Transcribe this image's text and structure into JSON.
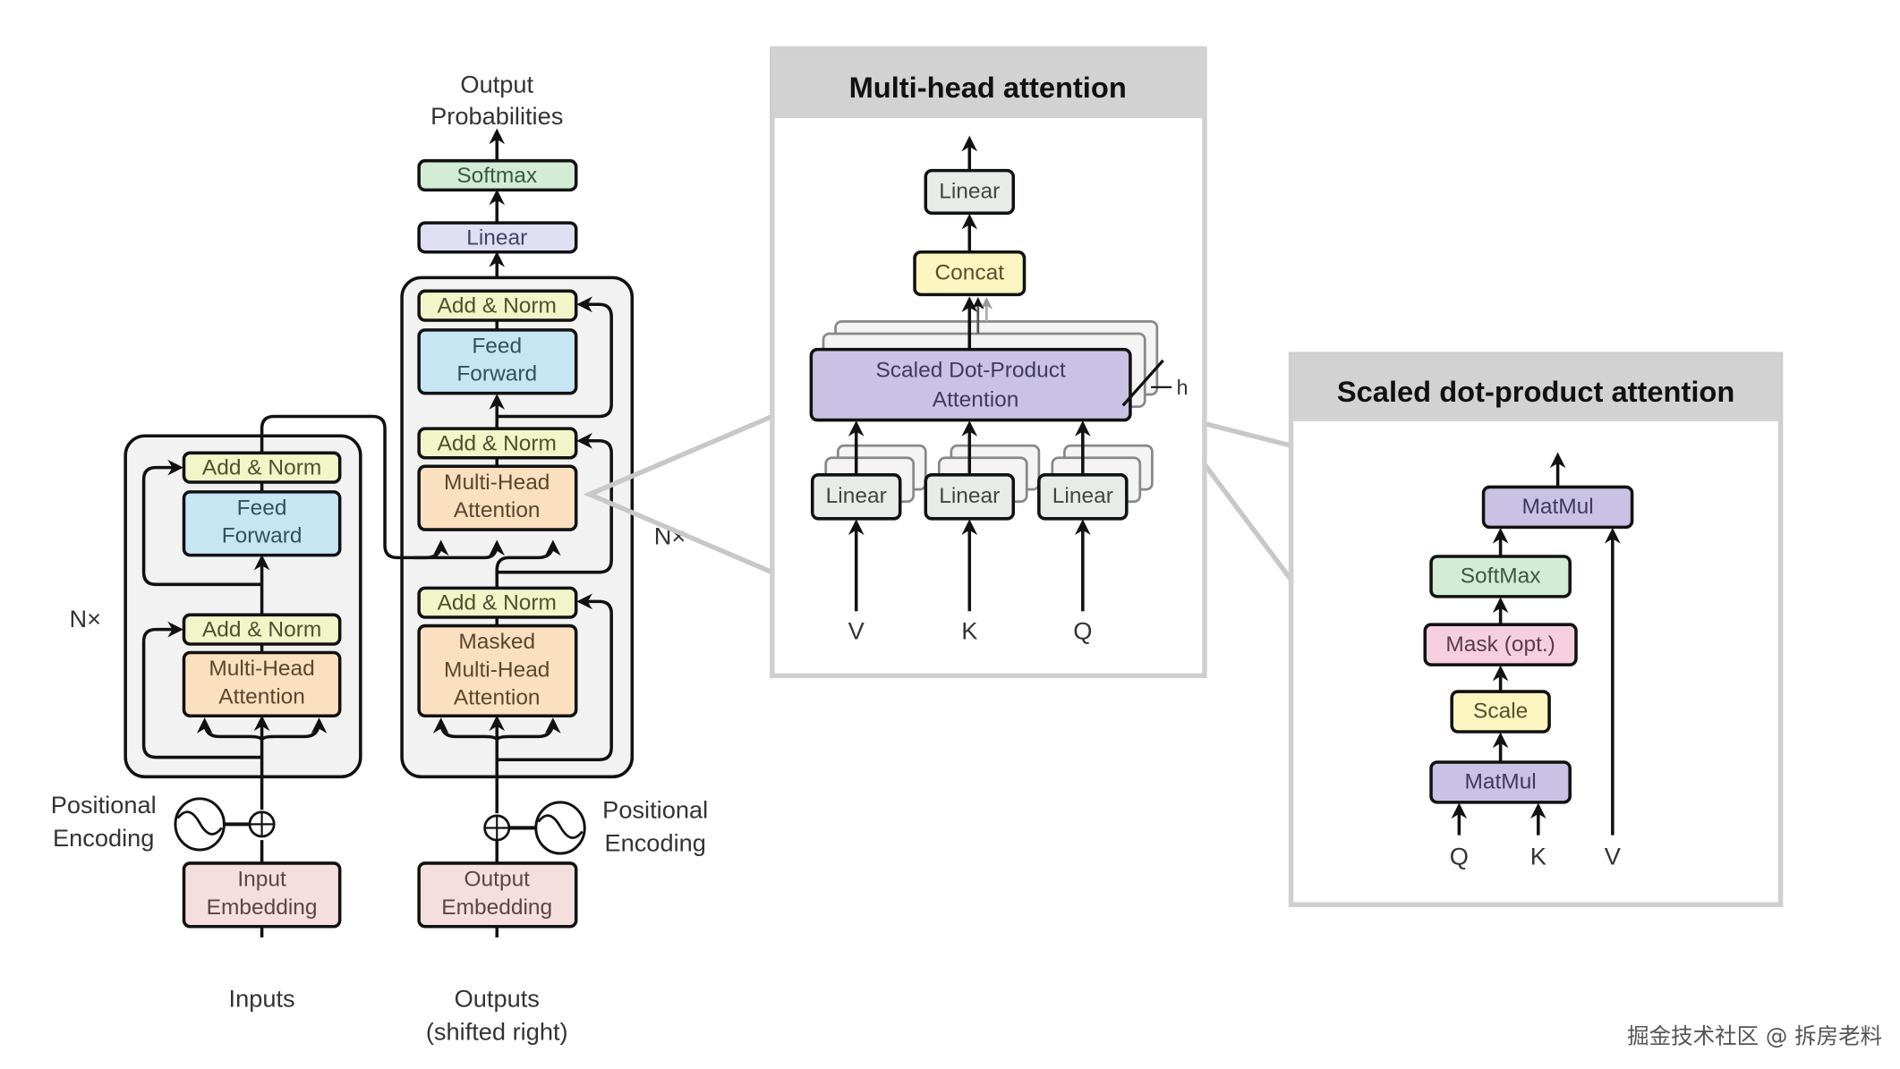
{
  "transformer": {
    "output_label_1": "Output",
    "output_label_2": "Probabilities",
    "softmax": "Softmax",
    "linear": "Linear",
    "encoder": {
      "repeat": "N×",
      "add_norm_top": "Add & Norm",
      "feed_forward_1": "Feed",
      "feed_forward_2": "Forward",
      "add_norm_bottom": "Add & Norm",
      "mha_1": "Multi-Head",
      "mha_2": "Attention"
    },
    "decoder": {
      "repeat": "N×",
      "add_norm_top": "Add & Norm",
      "feed_forward_1": "Feed",
      "feed_forward_2": "Forward",
      "add_norm_mid": "Add & Norm",
      "mha_1": "Multi-Head",
      "mha_2": "Attention",
      "add_norm_bottom": "Add & Norm",
      "masked_1": "Masked",
      "masked_2": "Multi-Head",
      "masked_3": "Attention"
    },
    "pos_enc_left_1": "Positional",
    "pos_enc_left_2": "Encoding",
    "pos_enc_right_1": "Positional",
    "pos_enc_right_2": "Encoding",
    "input_emb_1": "Input",
    "input_emb_2": "Embedding",
    "output_emb_1": "Output",
    "output_emb_2": "Embedding",
    "inputs": "Inputs",
    "outputs_1": "Outputs",
    "outputs_2": "(shifted right)"
  },
  "multi_head": {
    "title": "Multi-head attention",
    "linear_top": "Linear",
    "concat": "Concat",
    "sdpa_1": "Scaled Dot-Product",
    "sdpa_2": "Attention",
    "h": "h",
    "linear_v": "Linear",
    "linear_k": "Linear",
    "linear_q": "Linear",
    "v": "V",
    "k": "K",
    "q": "Q"
  },
  "scaled_dot": {
    "title": "Scaled dot-product attention",
    "matmul_top": "MatMul",
    "softmax": "SoftMax",
    "mask": "Mask (opt.)",
    "scale": "Scale",
    "matmul_bottom": "MatMul",
    "q": "Q",
    "k": "K",
    "v": "V"
  },
  "watermark": "掘金技术社区 @ 拆房老料",
  "colors": {
    "add_norm": "#f1f5c8",
    "feed_forward": "#c6e6f3",
    "attention": "#fbe0c0",
    "embedding": "#f5dede",
    "softmax": "#d3ecd6",
    "linear": "#e0def2",
    "linear_grey": "#e8ece8",
    "concat": "#fbf6c0",
    "sdpa": "#c9c2e4",
    "mask": "#f6cfdf",
    "panel_header": "#d2d2d2",
    "panel_border": "#cfcfcf"
  }
}
